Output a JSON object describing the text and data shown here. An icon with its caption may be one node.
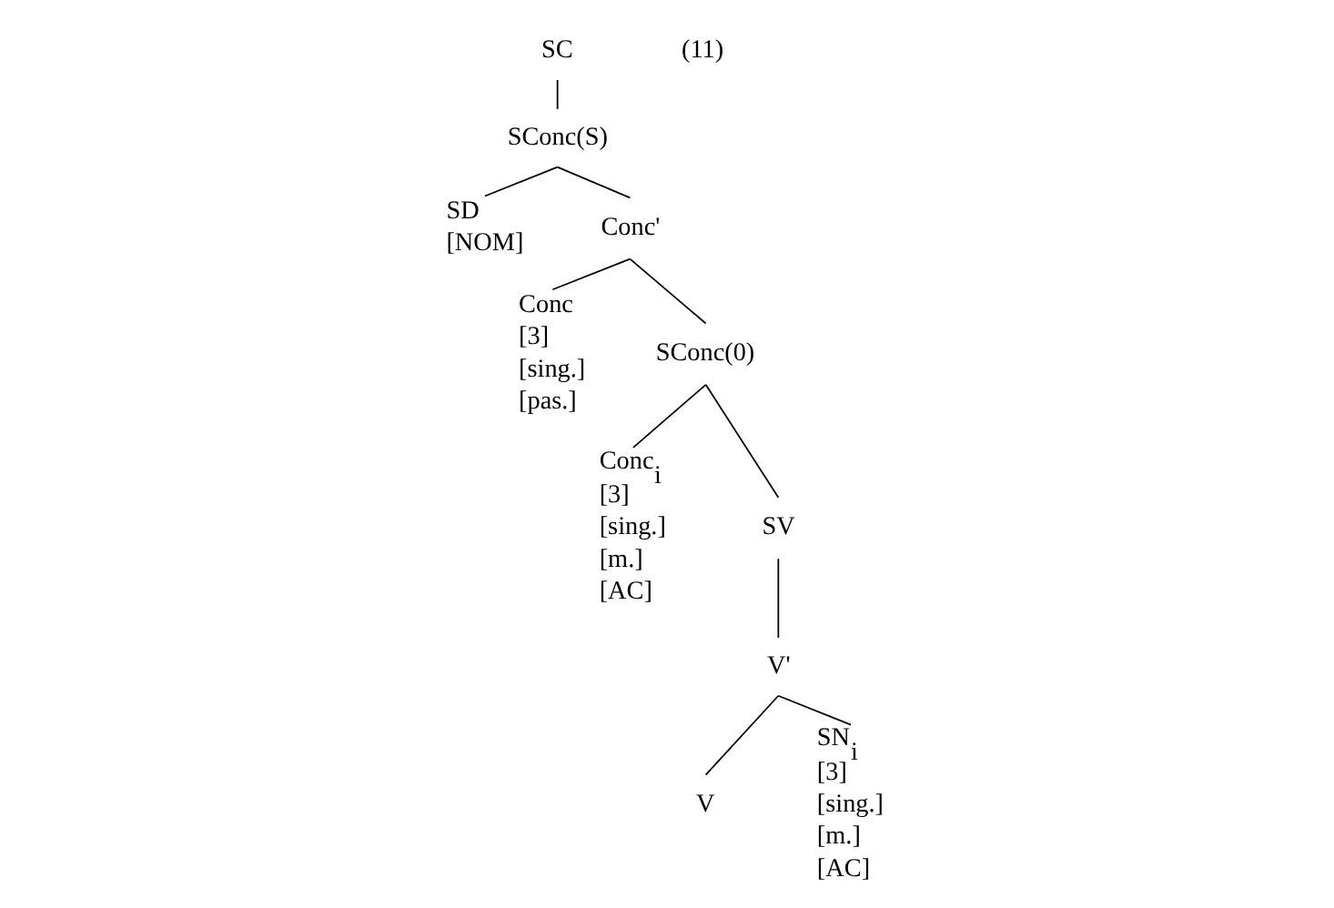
{
  "diagram": {
    "nodes": [
      {
        "text": [
          "SC"
        ]
      },
      {
        "text": [
          "SConc(S)"
        ]
      },
      {
        "text": [
          "SD",
          "[NOM]"
        ]
      },
      {
        "text": [
          "Conc'"
        ]
      },
      {
        "text": [
          "Conc",
          "[3]",
          "[sing.]",
          "[pas.]"
        ]
      },
      {
        "text": [
          "SConc(0)"
        ]
      },
      {
        "text": [
          "Conc$_{i}$",
          "[3]",
          "[sing.]",
          "[m.]",
          "[AC]"
        ]
      },
      {
        "text": [
          "SV"
        ]
      },
      {
        "text": [
          "V'"
        ]
      },
      {
        "text": [
          "V"
        ]
      },
      {
        "text": [
          "SN$_{i}$",
          "[3]",
          "[sing.]",
          "[m.]",
          "[AC]"
        ]
      }
    ],
    "edges": [
      {
        "from": 0,
        "to": 1,
        "arrow": "none"
      },
      {
        "from": 1,
        "to": 2,
        "arrow": "none"
      },
      {
        "from": 1,
        "to": 3,
        "arrow": "none"
      },
      {
        "from": 3,
        "to": 4,
        "arrow": "none"
      },
      {
        "from": 3,
        "to": 5,
        "arrow": "none"
      },
      {
        "from": 5,
        "to": 6,
        "arrow": "none"
      },
      {
        "from": 5,
        "to": 7,
        "arrow": "none"
      },
      {
        "from": 7,
        "to": 8,
        "arrow": "none"
      },
      {
        "from": 8,
        "to": 9,
        "arrow": "none"
      },
      {
        "from": 8,
        "to": 10,
        "arrow": "none"
      }
    ],
    "labels": [
      "(11)"
    ]
  }
}
